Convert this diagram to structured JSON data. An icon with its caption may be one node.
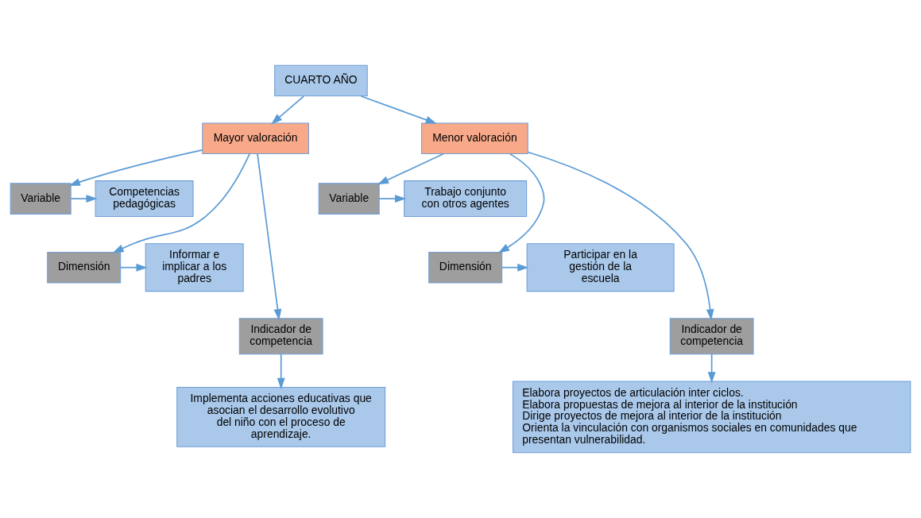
{
  "diagram": {
    "nodes": [
      {
        "text": [
          "CUARTO AÑO"
        ]
      },
      {
        "text": [
          "Mayor valoración"
        ]
      },
      {
        "text": [
          "Menor valoración"
        ]
      },
      {
        "text": [
          "Variable"
        ]
      },
      {
        "text": [
          "Competencias pedagógicas"
        ]
      },
      {
        "text": [
          "Dimensión"
        ]
      },
      {
        "text": [
          "Informar e implicar a los padres"
        ]
      },
      {
        "text": [
          "Indicador de competencia"
        ]
      },
      {
        "text": [
          "Implementa acciones educativas que asocian el desarrollo evolutivo del niño con el proceso de aprendizaje."
        ]
      },
      {
        "text": [
          "Variable"
        ]
      },
      {
        "text": [
          "Trabajo conjunto con otros agentes"
        ]
      },
      {
        "text": [
          "Dimensión"
        ]
      },
      {
        "text": [
          "Participar en la gestión de la escuela"
        ]
      },
      {
        "text": [
          "Indicador de competencia"
        ]
      },
      {
        "text": [
          "Elabora proyectos de articulación inter ciclos.",
          "Elabora propuestas de mejora al interior de la institución",
          "Dirige proyectos de mejora al interior de la institución",
          "Orienta la vinculación con organismos sociales en comunidades que presentan vulnerabilidad."
        ]
      }
    ],
    "edges": [
      {
        "from": 0,
        "to": 1,
        "arrow": "to"
      },
      {
        "from": 0,
        "to": 2,
        "arrow": "to"
      },
      {
        "from": 1,
        "to": 3,
        "arrow": "to"
      },
      {
        "from": 1,
        "to": 5,
        "arrow": "to"
      },
      {
        "from": 1,
        "to": 7,
        "arrow": "to"
      },
      {
        "from": 3,
        "to": 4,
        "arrow": "to"
      },
      {
        "from": 5,
        "to": 6,
        "arrow": "to"
      },
      {
        "from": 7,
        "to": 8,
        "arrow": "to"
      },
      {
        "from": 2,
        "to": 9,
        "arrow": "to"
      },
      {
        "from": 2,
        "to": 11,
        "arrow": "to"
      },
      {
        "from": 2,
        "to": 13,
        "arrow": "to"
      },
      {
        "from": 9,
        "to": 10,
        "arrow": "to"
      },
      {
        "from": 11,
        "to": 12,
        "arrow": "to"
      },
      {
        "from": 13,
        "to": 14,
        "arrow": "to"
      }
    ]
  }
}
